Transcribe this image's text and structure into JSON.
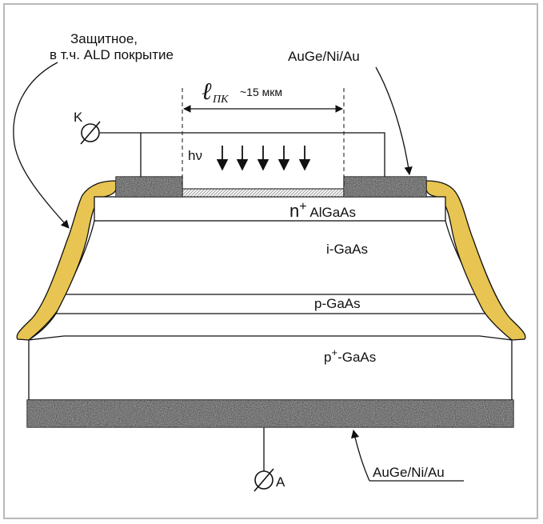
{
  "labels": {
    "coating_line1": "Защитное,",
    "coating_line2": "в т.ч. ALD покрытие",
    "top_contact": "AuGe/Ni/Au",
    "bottom_contact": "AuGe/Ni/Au",
    "cathode": "K",
    "anode": "A",
    "photon": "hν",
    "width_symbol": "ℓ",
    "width_subscript": "ПК",
    "width_value": "~15 мкм",
    "layer_n_plus_prefix": "n",
    "layer_n_plus_sup": "+",
    "layer_n_plus_name": " AlGaAs",
    "layer_i": "i-GaAs",
    "layer_p": "p-GaAs",
    "layer_p_plus_prefix": "p",
    "layer_p_plus_sup": "+",
    "layer_p_plus_name": "-GaAs"
  },
  "colors": {
    "coating": "#e8c552",
    "contact": "#5a5a5a",
    "layer_fill": "#ffffff",
    "line": "#111111",
    "border": "#b9b9b9"
  }
}
